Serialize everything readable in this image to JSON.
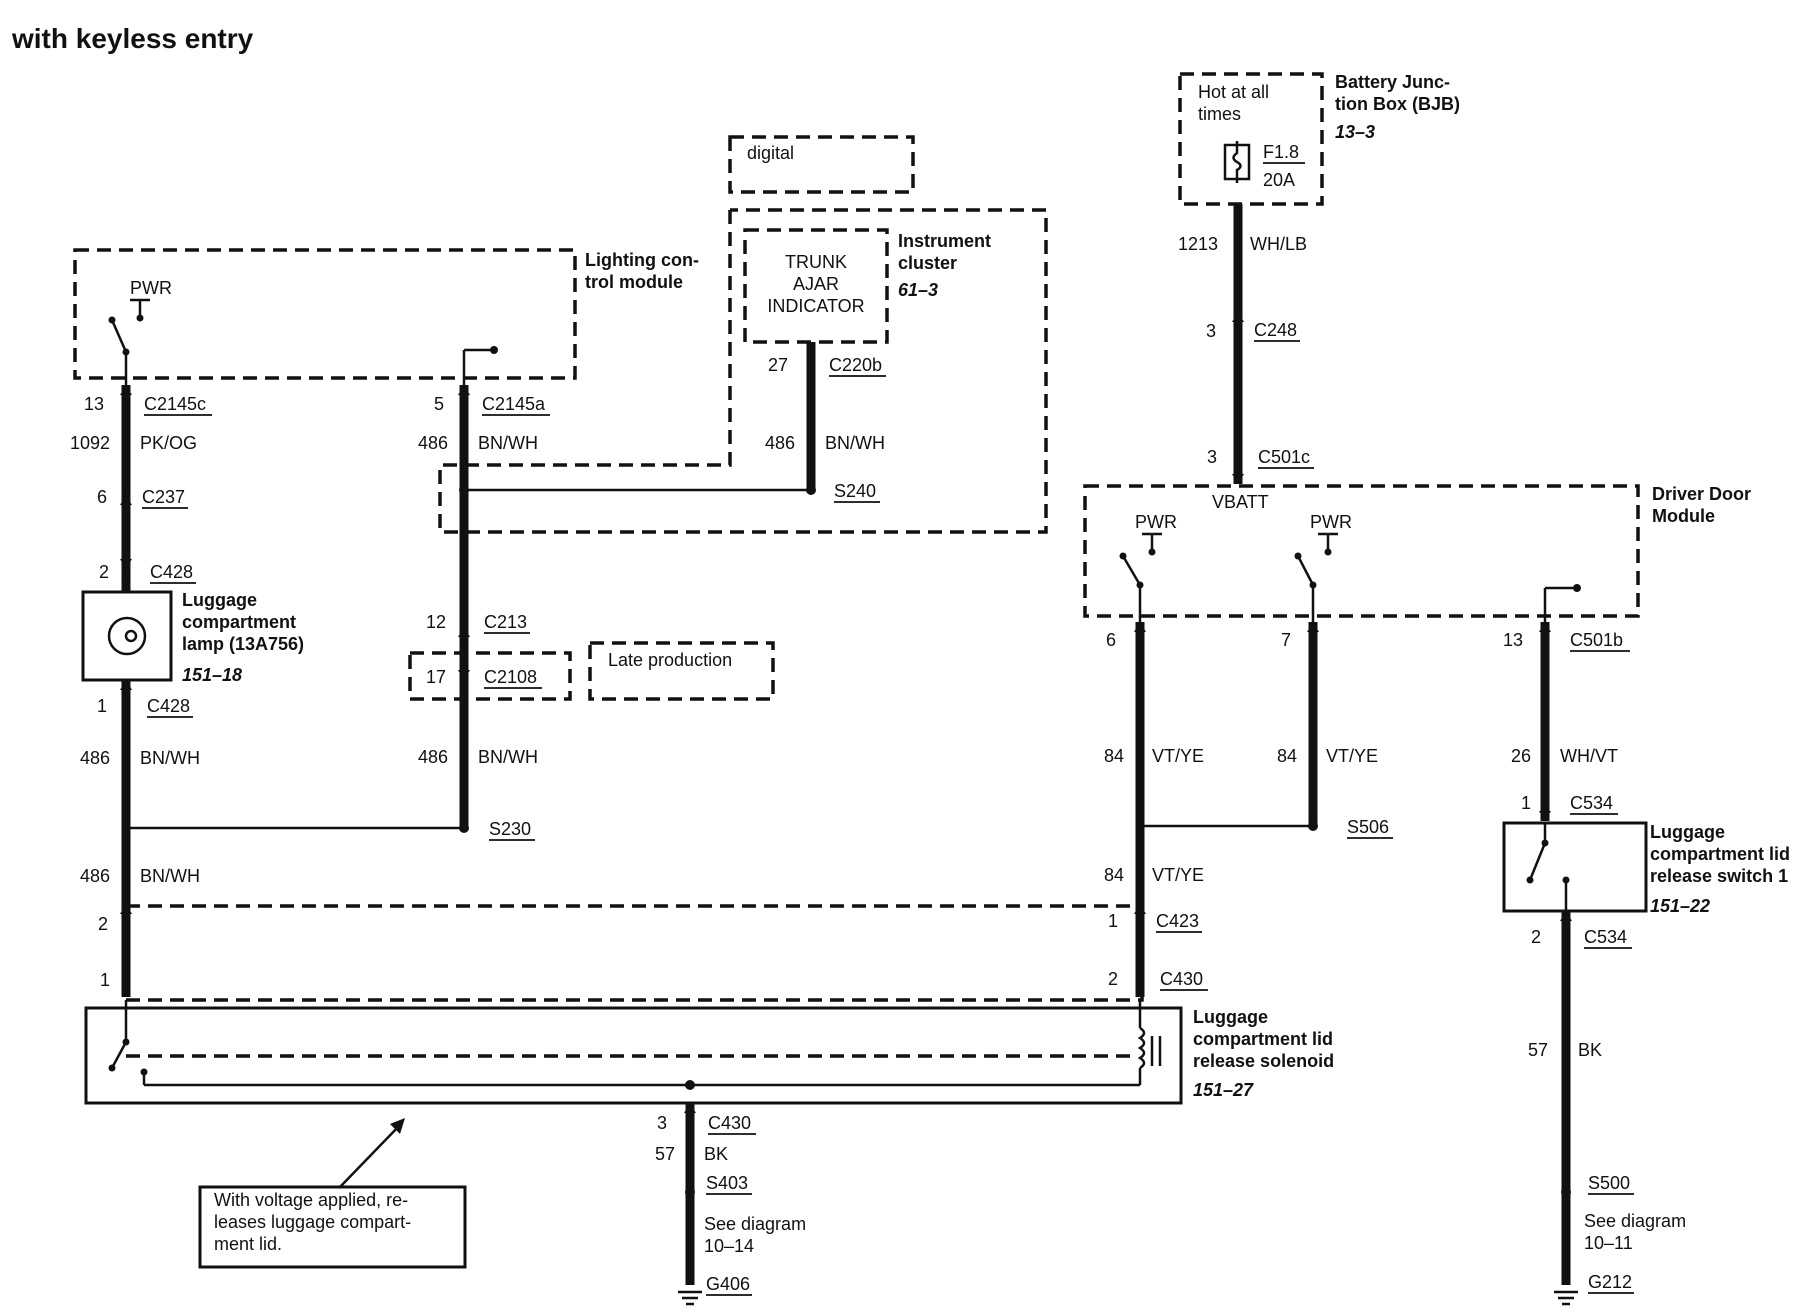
{
  "title": "with keyless entry",
  "components": {
    "lighting_control_module": "Lighting con-\ntrol module",
    "instrument_cluster": {
      "name": "Instrument\ncluster",
      "ref": "61–3"
    },
    "digital_note": "digital",
    "trunk_ajar_indicator": "TRUNK\nAJAR\nINDICATOR",
    "battery_junction_box": {
      "name": "Battery Junc-\ntion Box (BJB)",
      "ref": "13–3"
    },
    "hot_at_all_times": "Hot at all\ntimes",
    "fuse": {
      "id": "F1.8",
      "rating": "20A"
    },
    "driver_door_module": "Driver Door\nModule",
    "vbatt": "VBATT",
    "pwr_label": "PWR",
    "luggage_lamp": {
      "name": "Luggage\ncompartment\nlamp (13A756)",
      "ref": "151–18"
    },
    "late_production": "Late production",
    "release_switch": {
      "name": "Luggage\ncompartment lid\nrelease switch 1",
      "ref": "151–22"
    },
    "release_solenoid": {
      "name": "Luggage\ncompartment lid\nrelease solenoid",
      "ref": "151–27"
    },
    "callout_note": "With voltage applied, re-\nleases luggage compart-\nment lid."
  },
  "pins": {
    "p13_c2145c": "13",
    "c2145c": "C2145c",
    "w1092": "1092",
    "pkog": "PK/OG",
    "p6_c237": "6",
    "c237": "C237",
    "p2_c428": "2",
    "c428_top": "C428",
    "p1_c428": "1",
    "c428_bot": "C428",
    "w486_a": "486",
    "bnwh_a": "BN/WH",
    "p5_c2145a": "5",
    "c2145a": "C2145a",
    "w486_b": "486",
    "bnwh_b": "BN/WH",
    "p27_c220b": "27",
    "c220b": "C220b",
    "w486_c": "486",
    "bnwh_c": "BN/WH",
    "s240": "S240",
    "p12_c213": "12",
    "c213": "C213",
    "p17_c2108": "17",
    "c2108": "C2108",
    "w486_d": "486",
    "bnwh_d": "BN/WH",
    "s230": "S230",
    "w486_e": "486",
    "bnwh_e": "BN/WH",
    "p2_left": "2",
    "p1_left": "1",
    "w1213": "1213",
    "whlb": "WH/LB",
    "p3_c248": "3",
    "c248": "C248",
    "p3_c501c": "3",
    "c501c": "C501c",
    "p6": "6",
    "p7": "7",
    "p13_c501b": "13",
    "c501b": "C501b",
    "w84_a": "84",
    "vtye_a": "VT/YE",
    "w84_b": "84",
    "vtye_b": "VT/YE",
    "w26": "26",
    "whvt": "WH/VT",
    "s506": "S506",
    "p1_c534": "1",
    "c534_top": "C534",
    "w84_c": "84",
    "vtye_c": "VT/YE",
    "p1_c423": "1",
    "c423": "C423",
    "p2_c430": "2",
    "c430_top": "C430",
    "p2_c534": "2",
    "c534_bot": "C534",
    "w57_right": "57",
    "bk_right": "BK",
    "p3_c430": "3",
    "c430_bot": "C430",
    "w57_mid": "57",
    "bk_mid": "BK",
    "s403": "S403",
    "see_diagram_mid": "See diagram\n10–14",
    "g406": "G406",
    "s500": "S500",
    "see_diagram_right": "See diagram\n10–11",
    "g212": "G212"
  }
}
